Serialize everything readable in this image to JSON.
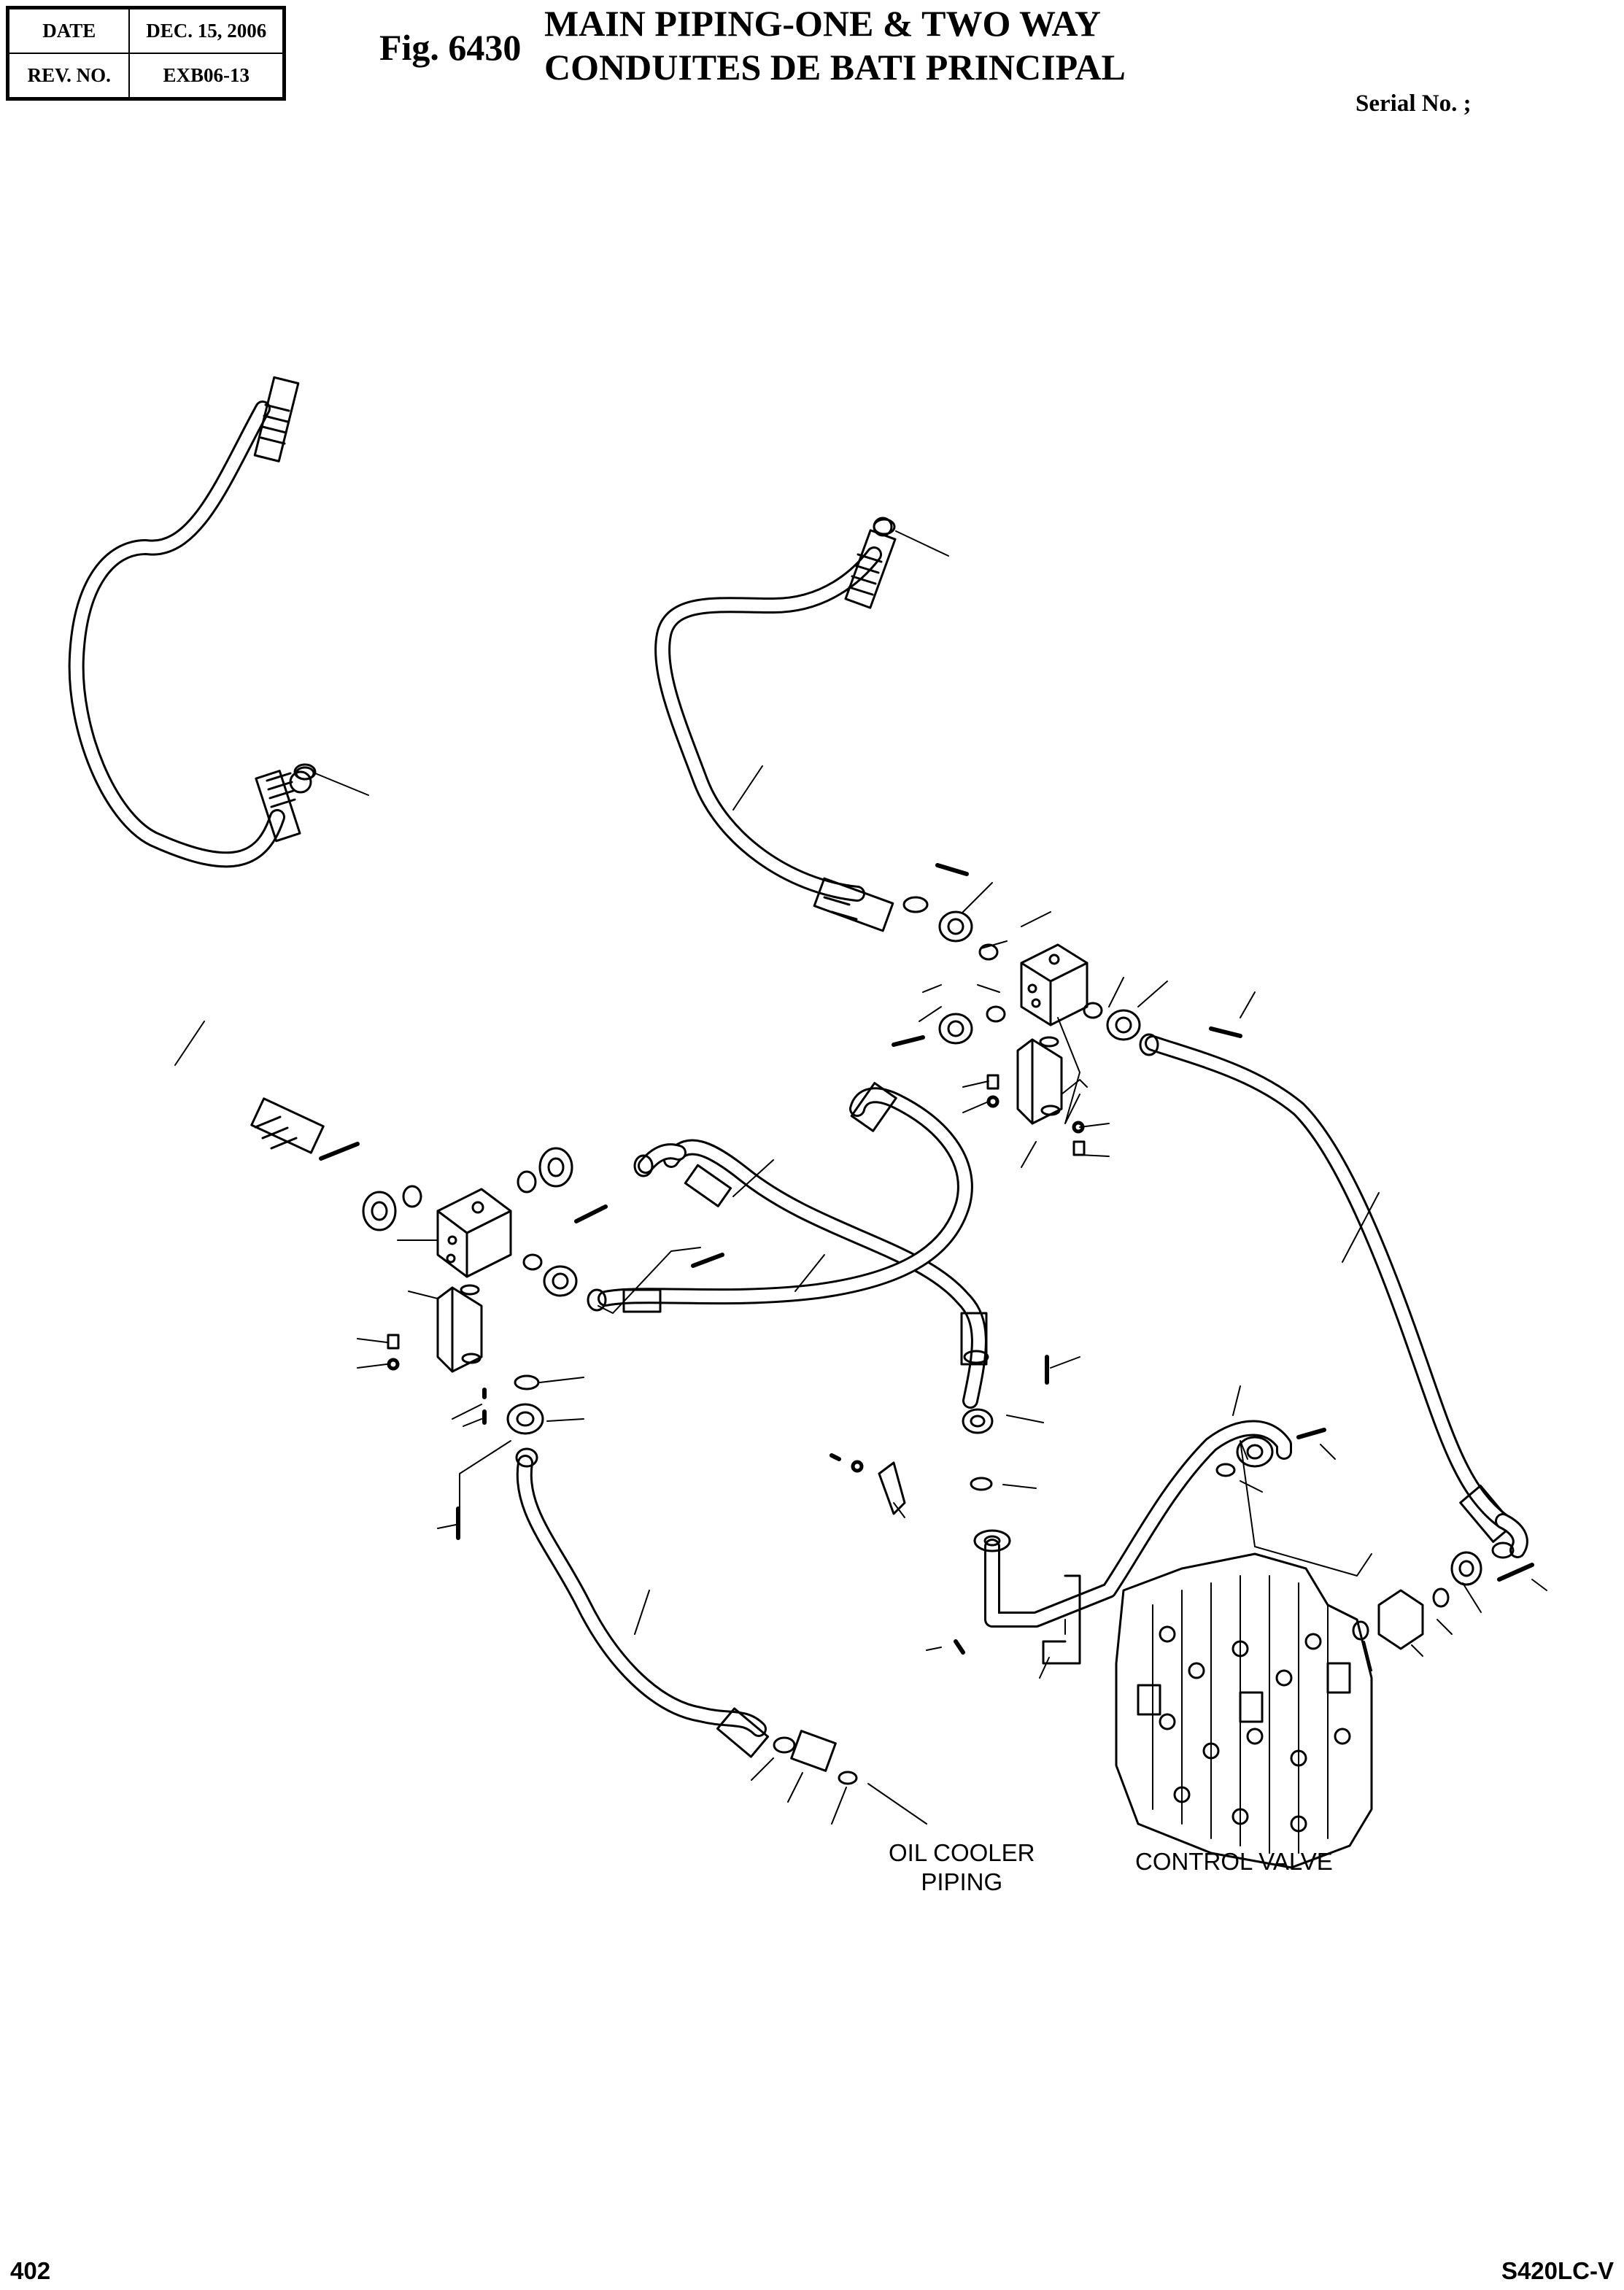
{
  "header": {
    "date_label": "DATE",
    "date_value": "DEC. 15, 2006",
    "rev_label": "REV. NO.",
    "rev_value": "EXB06-13"
  },
  "figure": {
    "number": "Fig. 6430",
    "title_en": "MAIN PIPING-ONE & TWO WAY",
    "title_fr": "CONDUITES DE BATI PRINCIPAL",
    "serial": "Serial No. ;"
  },
  "labels": {
    "oil_cooler_line1": "OIL COOLER",
    "oil_cooler_line2": "PIPING",
    "control_valve": "CONTROL VALVE"
  },
  "footer": {
    "page": "402",
    "model": "S420LC-V"
  }
}
